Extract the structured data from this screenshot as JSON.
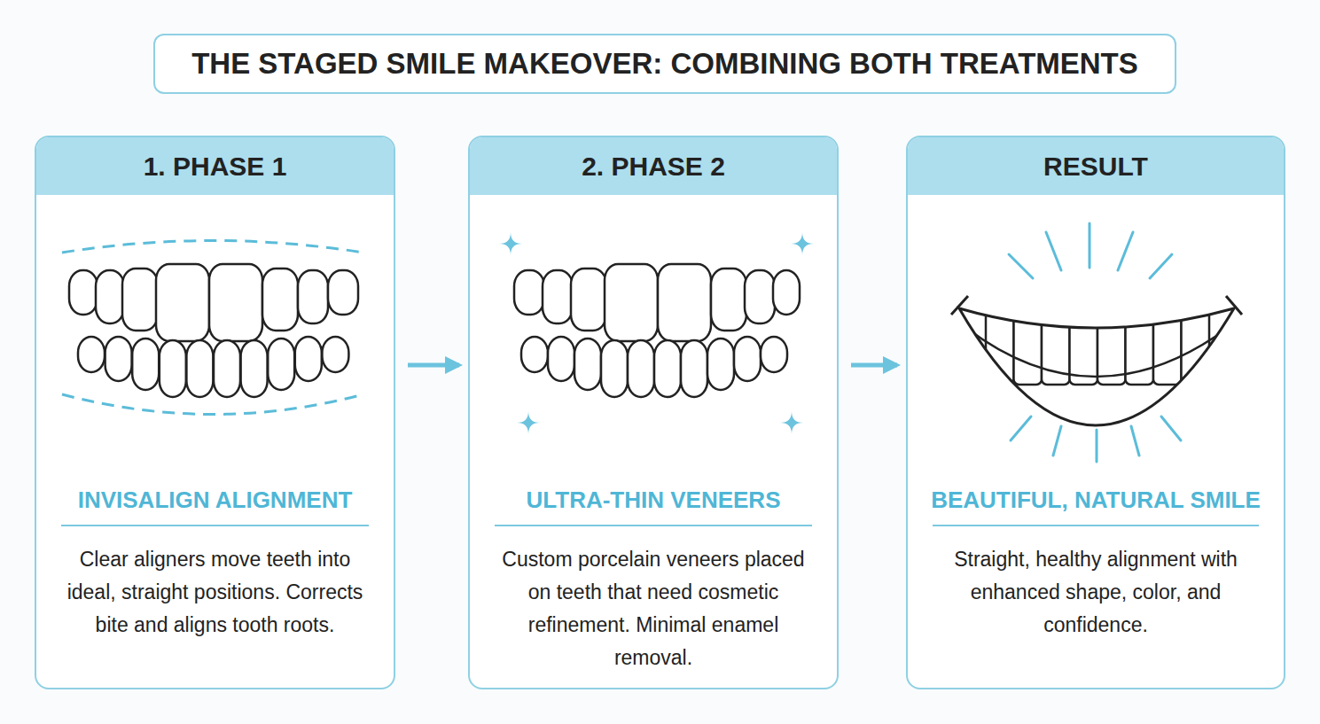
{
  "diagram": {
    "title": "THE STAGED SMILE MAKEOVER: COMBINING BOTH TREATMENTS",
    "nodes": [
      {
        "text": [
          "1. PHASE 1",
          "INVISALIGN ALIGNMENT",
          "Clear aligners move teeth into ideal, straight positions. Corrects bite and aligns tooth roots."
        ]
      },
      {
        "text": [
          "2. PHASE 2",
          "ULTRA-THIN VENEERS",
          "Custom porcelain veneers placed on teeth that need cosmetic refinement. Minimal enamel removal."
        ]
      },
      {
        "text": [
          "RESULT",
          "BEAUTIFUL, NATURAL SMILE",
          "Straight, healthy alignment with enhanced shape, color, and confidence."
        ]
      }
    ],
    "edges": [
      {
        "from": 0,
        "to": 1,
        "arrow": "to"
      },
      {
        "from": 1,
        "to": 2,
        "arrow": "to"
      }
    ]
  }
}
